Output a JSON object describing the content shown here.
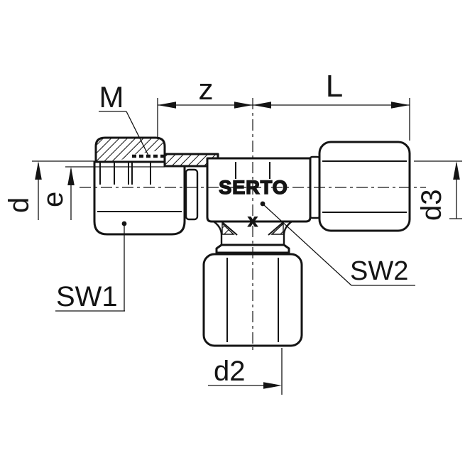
{
  "drawing": {
    "brand_mark": "SERTO",
    "body_mark": "x",
    "labels": {
      "thread": "M",
      "z": "z",
      "L": "L",
      "d": "d",
      "e": "e",
      "d3": "d3",
      "sw1": "SW1",
      "sw2": "SW2",
      "d2": "d2"
    },
    "colors": {
      "line": "#141414",
      "background": "#ffffff"
    }
  }
}
